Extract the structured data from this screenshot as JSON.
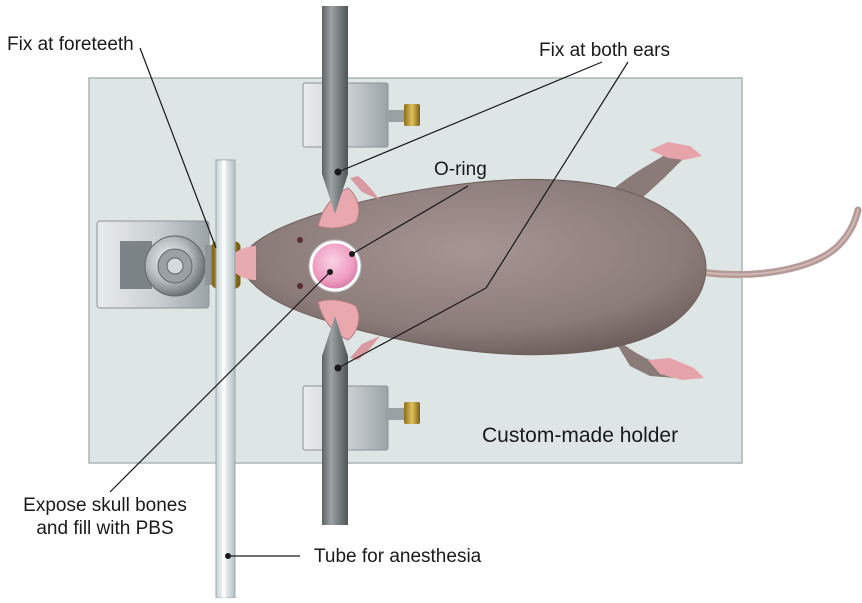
{
  "labels": {
    "fix_foreteeth": "Fix at foreteeth",
    "fix_ears": "Fix at both ears",
    "o_ring": "O-ring",
    "holder": "Custom-made holder",
    "expose_line1": "Expose skull bones",
    "expose_line2": "and fill with PBS",
    "tube": "Tube for anesthesia"
  },
  "colors": {
    "plate": "#dde5e5",
    "plate_edge": "#b8c3c4",
    "mouse_body": "#8f7f7d",
    "mouse_shadow": "#6f605e",
    "skin_pink": "#e9a7ad",
    "o_ring": "#f0a3c4",
    "rod": "#7d8284",
    "brass": "#b8962c"
  }
}
